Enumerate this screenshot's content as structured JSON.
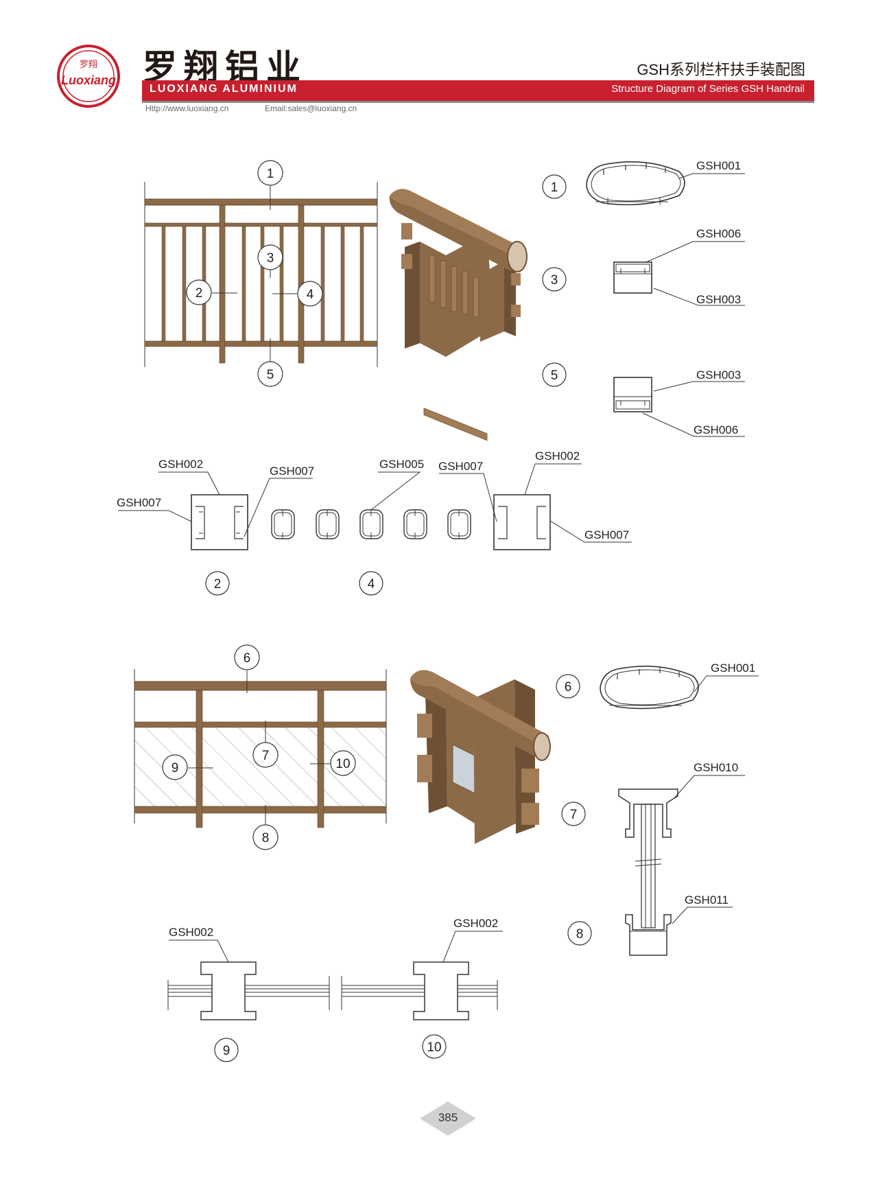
{
  "header": {
    "logo_seal_text": [
      "罗翔",
      "Luoxiang"
    ],
    "company_cn": "罗翔铝业",
    "company_en": "LUOXIANG ALUMINIUM",
    "website": "Http://www.luoxiang.cn",
    "email": "Email:sales@luoxiang.cn",
    "title_cn": "GSH系列栏杆扶手装配图",
    "title_en": "Structure Diagram of Series GSH Handrail",
    "accent_color": "#c8202f"
  },
  "labels": {
    "n1": "1",
    "n2": "2",
    "n3": "3",
    "n4": "4",
    "n5": "5",
    "n6": "6",
    "n7": "7",
    "n8": "8",
    "n9": "9",
    "n10": "10",
    "gsh001": "GSH001",
    "gsh002": "GSH002",
    "gsh003": "GSH003",
    "gsh005": "GSH005",
    "gsh006": "GSH006",
    "gsh007": "GSH007",
    "gsh010": "GSH010",
    "gsh011": "GSH011"
  },
  "colors": {
    "profile_brown": "#8c6a48",
    "profile_light": "#a17c56",
    "profile_dark": "#6e5134"
  },
  "footer": {
    "page_number": "385"
  }
}
